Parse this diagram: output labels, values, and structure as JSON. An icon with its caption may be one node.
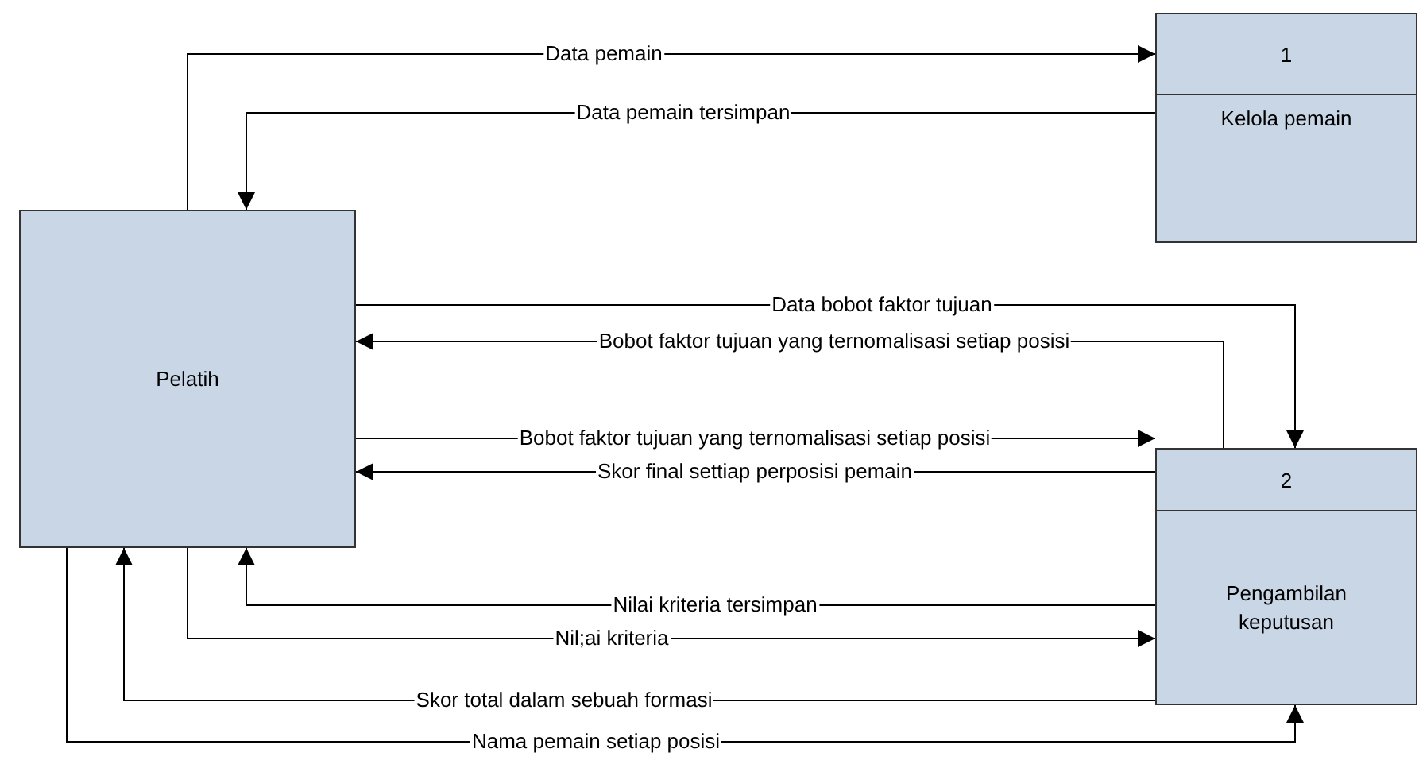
{
  "diagram": {
    "nodes": [
      {
        "text": [
          "Pelatih"
        ]
      },
      {
        "text": [
          "1",
          "Kelola pemain"
        ]
      },
      {
        "text": [
          "2",
          "Pengambilan keputusan"
        ]
      }
    ],
    "edges": [
      {
        "from": 0,
        "to": 1,
        "arrow": "to",
        "label": "Data pemain"
      },
      {
        "from": 1,
        "to": 0,
        "arrow": "to",
        "label": "Data pemain tersimpan"
      },
      {
        "from": 0,
        "to": 2,
        "arrow": "to",
        "label": "Data bobot faktor tujuan"
      },
      {
        "from": 2,
        "to": 0,
        "arrow": "to",
        "label": "Bobot faktor tujuan yang ternomalisasi setiap posisi"
      },
      {
        "from": 0,
        "to": 2,
        "arrow": "to",
        "label": "Bobot faktor tujuan yang ternomalisasi setiap posisi"
      },
      {
        "from": 2,
        "to": 0,
        "arrow": "to",
        "label": "Skor final settiap perposisi pemain"
      },
      {
        "from": 2,
        "to": 0,
        "arrow": "to",
        "label": "Nilai kriteria tersimpan"
      },
      {
        "from": 0,
        "to": 2,
        "arrow": "to",
        "label": "Nil;ai kriteria"
      },
      {
        "from": 2,
        "to": 0,
        "arrow": "to",
        "label": "Skor total dalam sebuah formasi"
      },
      {
        "from": 0,
        "to": 2,
        "arrow": "to",
        "label": "Nama pemain setiap posisi"
      }
    ]
  }
}
